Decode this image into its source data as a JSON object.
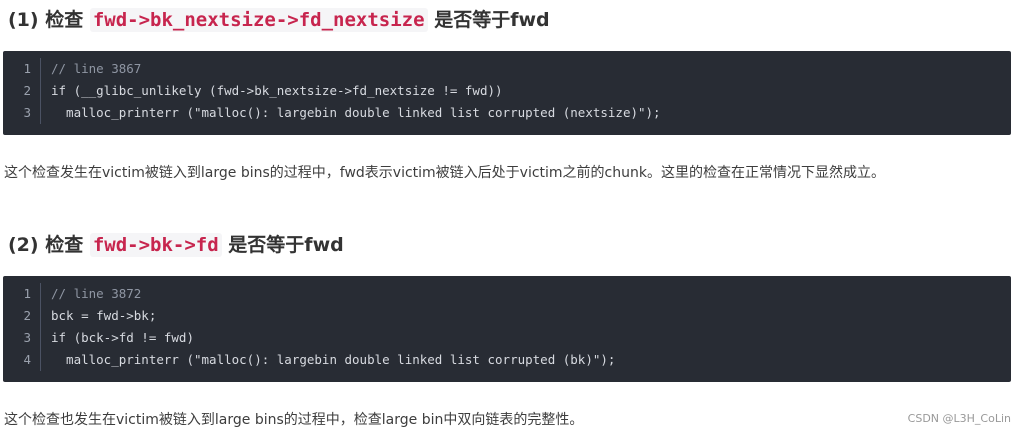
{
  "section1": {
    "heading_prefix": "(1) 检查",
    "heading_code": "fwd->bk_nextsize->fd_nextsize",
    "heading_suffix": "是否等于fwd",
    "code": [
      {
        "num": "1",
        "text": "// line 3867",
        "comment": true
      },
      {
        "num": "2",
        "text": "if (__glibc_unlikely (fwd->bk_nextsize->fd_nextsize != fwd))",
        "comment": false
      },
      {
        "num": "3",
        "text": "  malloc_printerr (\"malloc(): largebin double linked list corrupted (nextsize)\");",
        "comment": false
      }
    ],
    "paragraph": "这个检查发生在victim被链入到large bins的过程中，fwd表示victim被链入后处于victim之前的chunk。这里的检查在正常情况下显然成立。"
  },
  "section2": {
    "heading_prefix": "(2) 检查",
    "heading_code": "fwd->bk->fd",
    "heading_suffix": "是否等于fwd",
    "code": [
      {
        "num": "1",
        "text": "// line 3872",
        "comment": true
      },
      {
        "num": "2",
        "text": "bck = fwd->bk;",
        "comment": false
      },
      {
        "num": "3",
        "text": "if (bck->fd != fwd)",
        "comment": false
      },
      {
        "num": "4",
        "text": "  malloc_printerr (\"malloc(): largebin double linked list corrupted (bk)\");",
        "comment": false
      }
    ],
    "paragraph": "这个检查也发生在victim被链入到large bins的过程中，检查large bin中双向链表的完整性。"
  },
  "watermark": "CSDN @L3H_CoLin"
}
